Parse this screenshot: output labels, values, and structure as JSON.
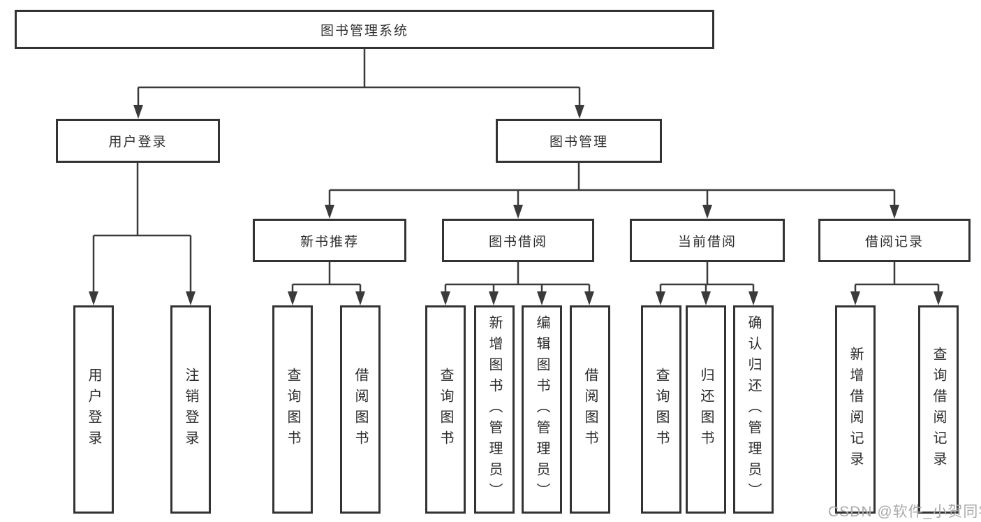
{
  "diagram": {
    "root": {
      "label": "图书管理系统"
    },
    "branches": [
      {
        "label": "用户登录",
        "children": [
          {
            "label": "用户登录"
          },
          {
            "label": "注销登录"
          }
        ]
      },
      {
        "label": "图书管理",
        "children": [
          {
            "label": "新书推荐",
            "children": [
              {
                "label": "查询图书"
              },
              {
                "label": "借阅图书"
              }
            ]
          },
          {
            "label": "图书借阅",
            "children": [
              {
                "label": "查询图书"
              },
              {
                "label": "新增图书（管理员）"
              },
              {
                "label": "编辑图书（管理员）"
              },
              {
                "label": "借阅图书"
              }
            ]
          },
          {
            "label": "当前借阅",
            "children": [
              {
                "label": "查询图书"
              },
              {
                "label": "归还图书"
              },
              {
                "label": "确认归还（管理员）"
              }
            ]
          },
          {
            "label": "借阅记录",
            "children": [
              {
                "label": "新增借阅记录"
              },
              {
                "label": "查询借阅记录"
              }
            ]
          }
        ]
      }
    ]
  },
  "watermark": {
    "text": "CSDN @软件_小贺同学"
  },
  "colors": {
    "line": "#3a3a3a",
    "border": "#333333",
    "text": "#2d2d2d",
    "background": "#ffffff",
    "watermark": "#aaaaae"
  }
}
